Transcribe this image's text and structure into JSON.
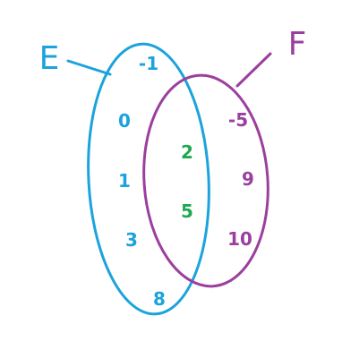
{
  "colors": {
    "set_e": "#1ba3dc",
    "set_f": "#9b3f9e",
    "intersection": "#1fa84f",
    "background": "#ffffff"
  },
  "sets": {
    "e": {
      "label": "E"
    },
    "f": {
      "label": "F"
    }
  },
  "elements": {
    "e_only": [
      "-1",
      "0",
      "1",
      "3",
      "8"
    ],
    "both": [
      "2",
      "5"
    ],
    "f_only": [
      "-5",
      "9",
      "10"
    ]
  }
}
